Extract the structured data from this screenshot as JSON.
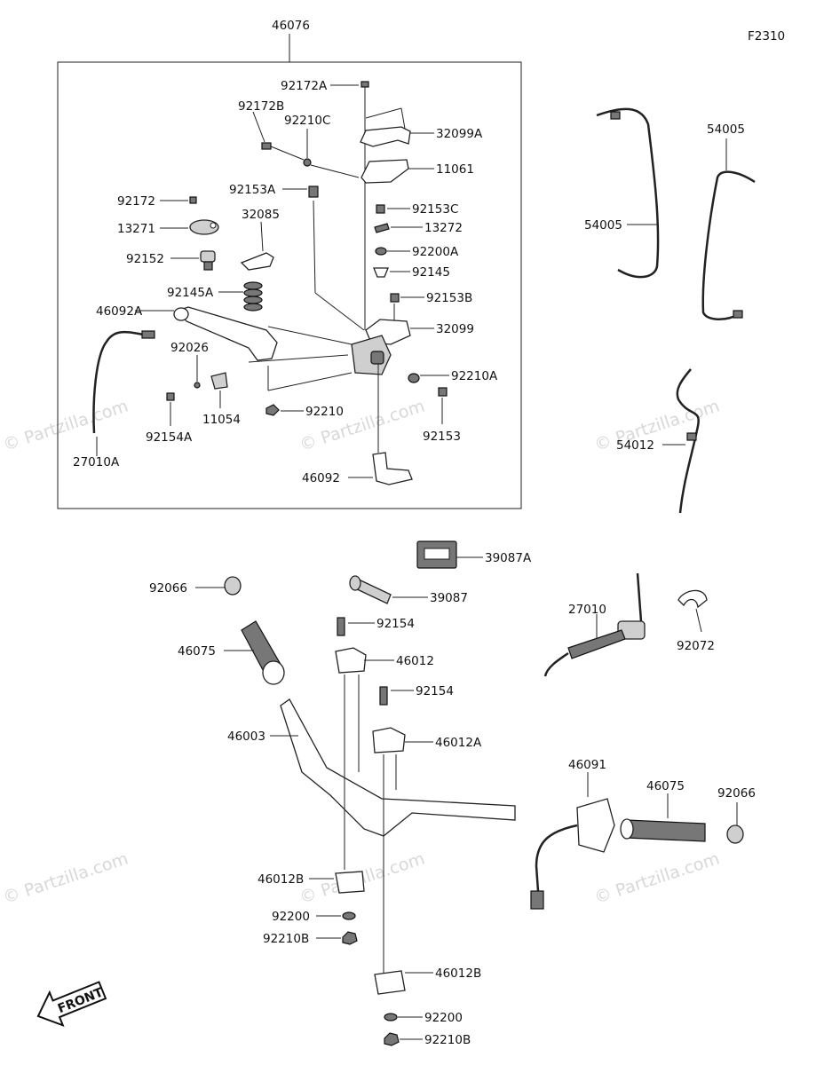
{
  "figure_code": "F2310",
  "watermark": "© Partzilla.com",
  "direction_label": "FRONT",
  "assembly_label": "46076",
  "part_labels": {
    "p92172A": "92172A",
    "p92172B": "92172B",
    "p92210C": "92210C",
    "p32099A": "32099A",
    "p11061": "11061",
    "p92172": "92172",
    "p92153A": "92153A",
    "p32085": "32085",
    "p92153C": "92153C",
    "p13271": "13271",
    "p13272": "13272",
    "p92152": "92152",
    "p92200A": "92200A",
    "p92145": "92145",
    "p92145A": "92145A",
    "p92153B": "92153B",
    "p46092A": "46092A",
    "p32099": "32099",
    "p92026": "92026",
    "p92210A": "92210A",
    "p92154A": "92154A",
    "p11054": "11054",
    "p92210": "92210",
    "p92153": "92153",
    "p27010A": "27010A",
    "p46092": "46092",
    "p54005a": "54005",
    "p54005b": "54005",
    "p54012": "54012",
    "p39087A": "39087A",
    "p92066a": "92066",
    "p39087": "39087",
    "p27010": "27010",
    "p92154a": "92154",
    "p46075a": "46075",
    "p46012": "46012",
    "p92072": "92072",
    "p92154b": "92154",
    "p46003": "46003",
    "p46012A": "46012A",
    "p46091": "46091",
    "p46075b": "46075",
    "p92066b": "92066",
    "p46012Ba": "46012B",
    "p92200a": "92200",
    "p92210Ba": "92210B",
    "p46012Bb": "46012B",
    "p92200b": "92200",
    "p92210Bb": "92210B"
  }
}
